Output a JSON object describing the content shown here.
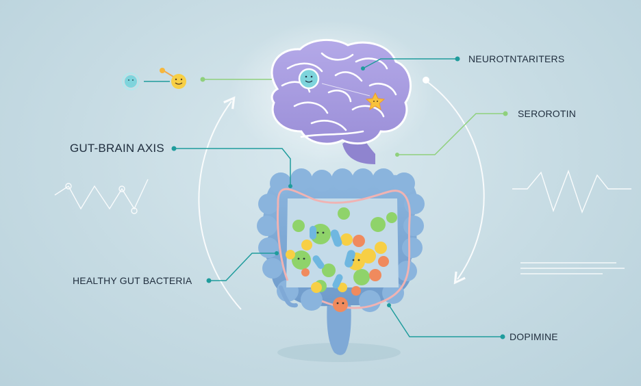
{
  "labels": {
    "neurotransmitters": "NEUROTNTARITERS",
    "serotonin": "SEROROTIN",
    "gut_brain_axis": "GUT-BRAIN AXIS",
    "healthy_gut_bacteria": "HEALTHY GUT BACTERIA",
    "dopamine": "DOPIMINE"
  },
  "colors": {
    "brain": "#a99ee0",
    "intestine": "#7fa9d6",
    "leader_line_teal": "#1f9c9c",
    "leader_line_green": "#8fd07c",
    "bacteria_green": "#8fd36a",
    "bacteria_yellow": "#f7cf45",
    "bacteria_orange": "#f08a5d",
    "bacteria_blue": "#6fb7e0"
  },
  "icons": [
    "brain-icon",
    "intestine-icon",
    "neuron-icon",
    "molecule-icon",
    "pulse-wave-icon"
  ]
}
